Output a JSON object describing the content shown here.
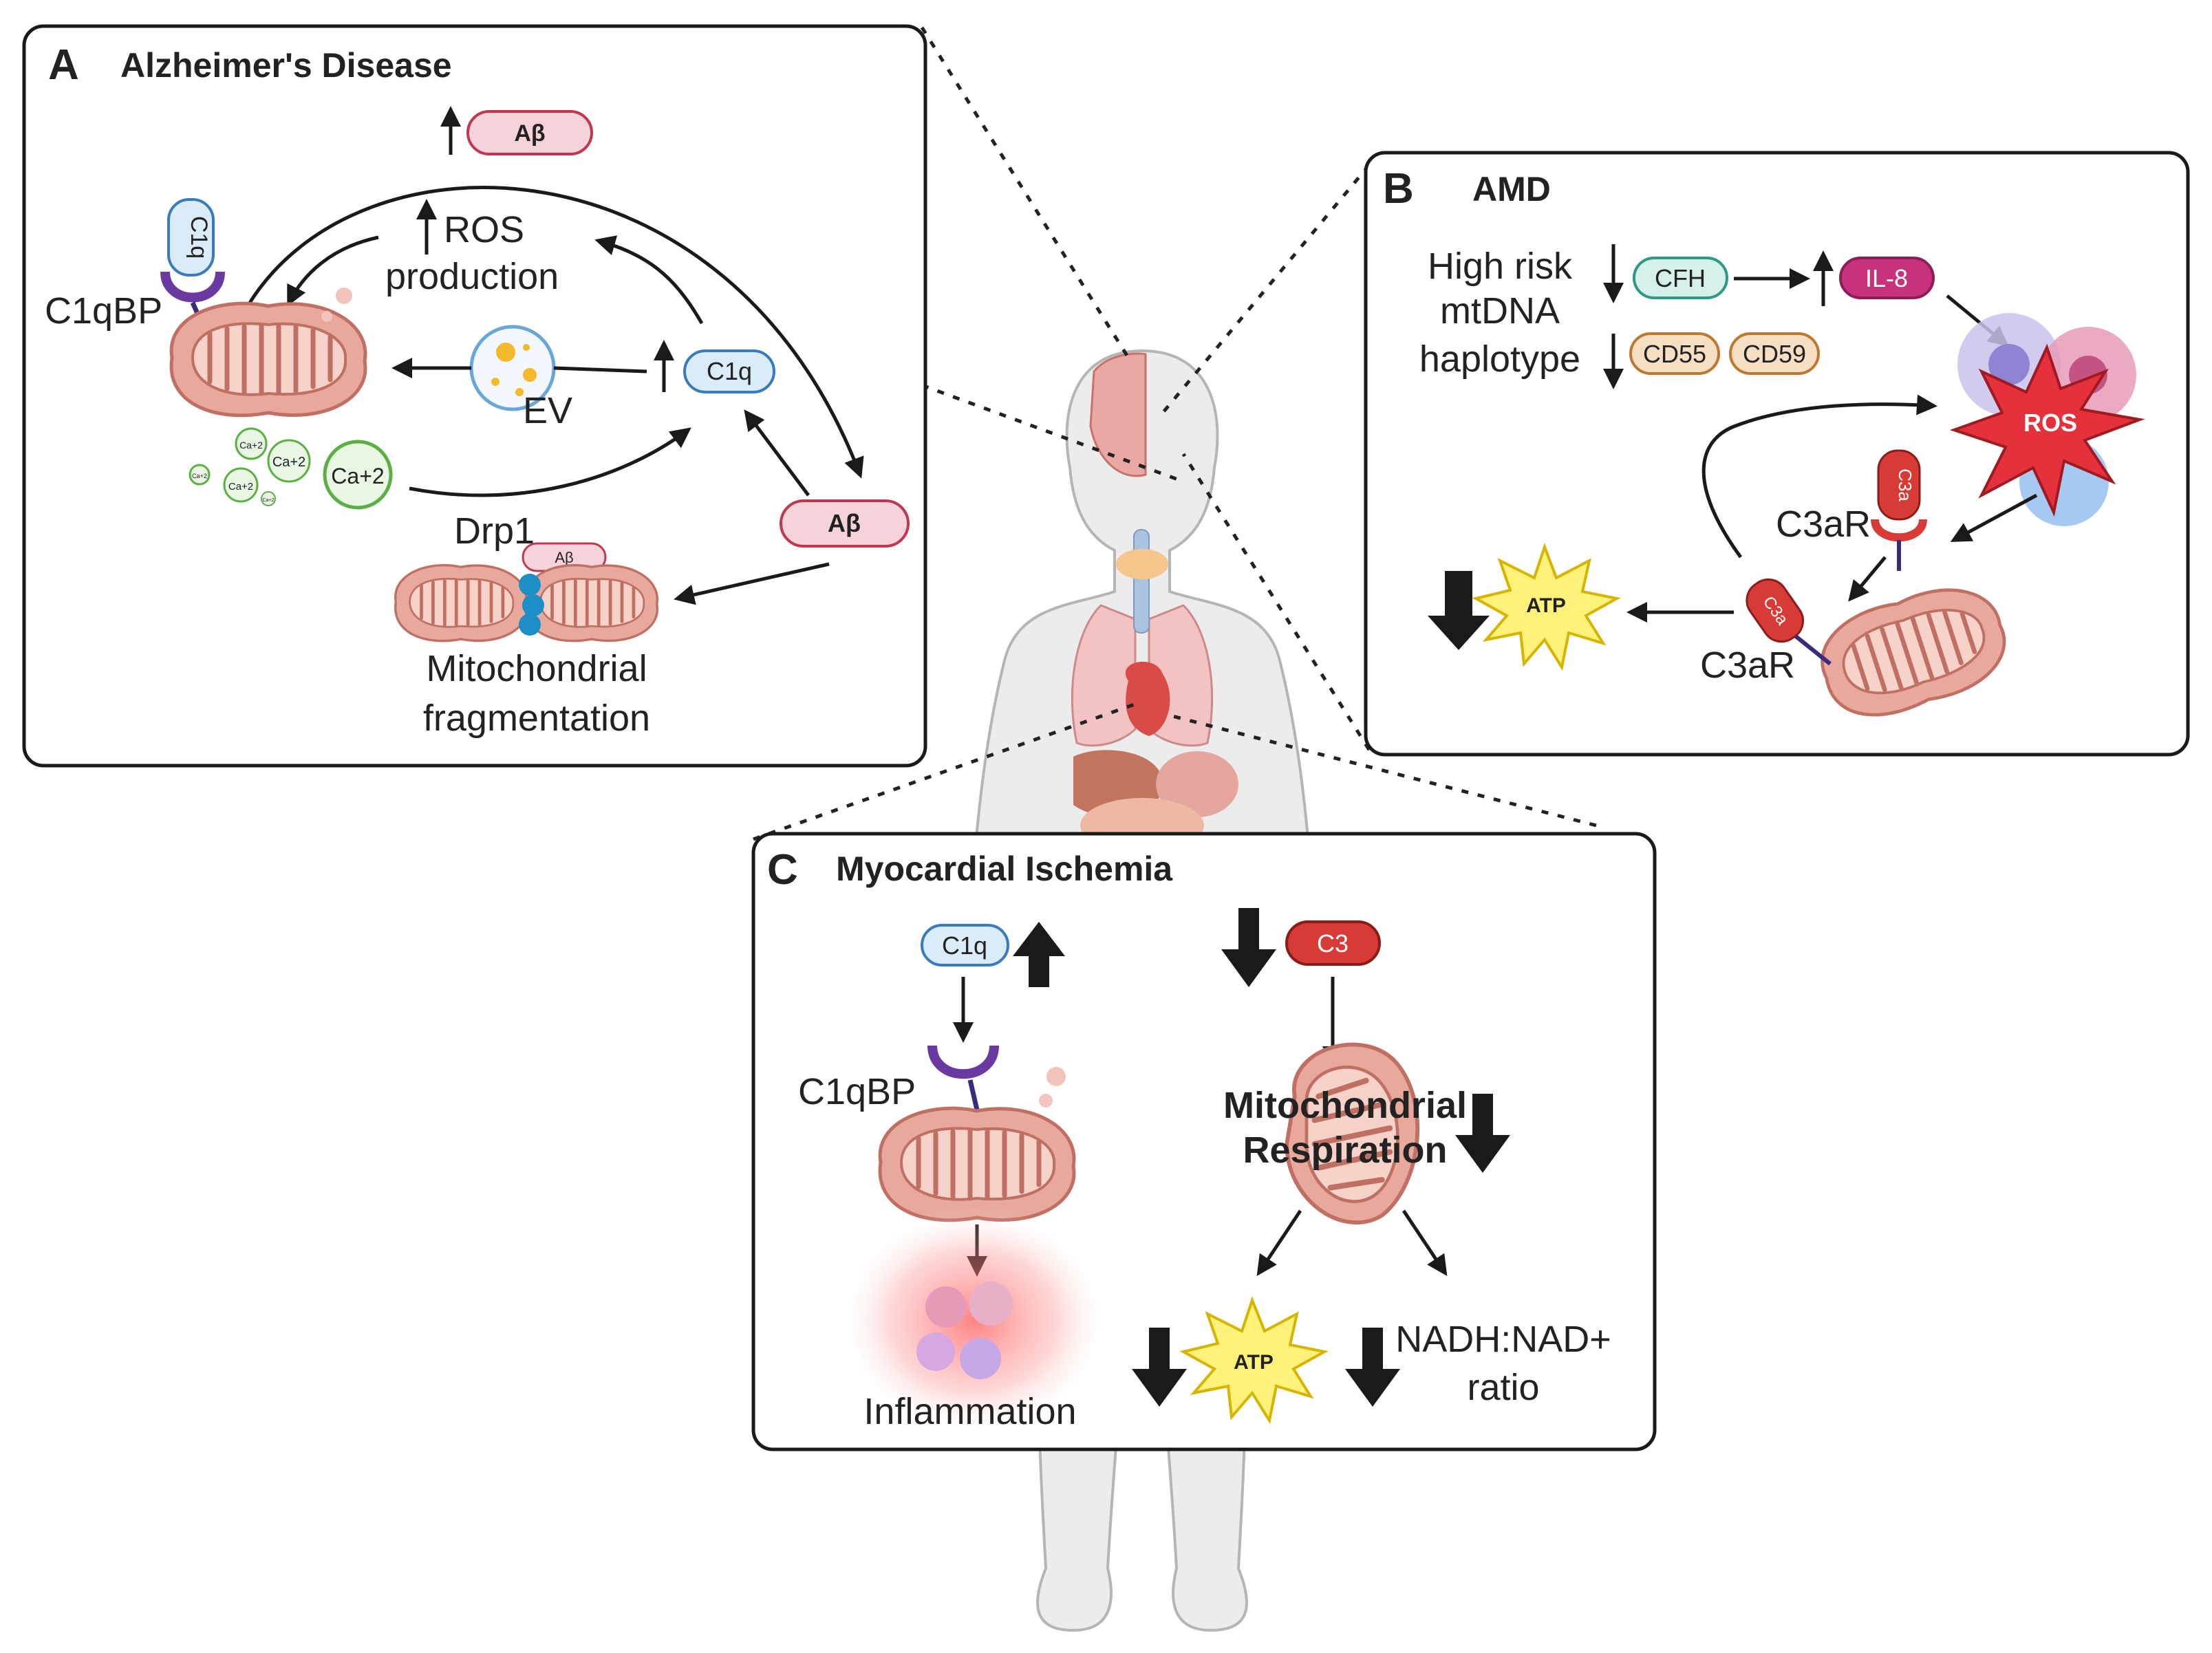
{
  "panel_a": {
    "letter": "A",
    "title": "Alzheimer's Disease",
    "abeta_top": "Aβ",
    "ros_line1": "ROS",
    "ros_line2": "production",
    "c1q_receptor": "C1q",
    "c1qbp": "C1qBP",
    "ev": "EV",
    "c1q_pill": "C1q",
    "ca_labels": [
      "Ca+2",
      "Ca+2",
      "Ca+2",
      "Ca+2",
      "Ca+2",
      "Ca+2"
    ],
    "drp1": "Drp1",
    "abeta_small": "Aβ",
    "abeta_right": "Aβ",
    "frag_line1": "Mitochondrial",
    "frag_line2": "fragmentation"
  },
  "panel_b": {
    "letter": "B",
    "title": "AMD",
    "risk_line1": "High risk",
    "risk_line2": "mtDNA",
    "risk_line3": "haplotype",
    "cfh": "CFH",
    "il8": "IL-8",
    "cd55": "CD55",
    "cd59": "CD59",
    "ros": "ROS",
    "c3ar_top": "C3aR",
    "c3a_top": "C3a",
    "atp": "ATP",
    "c3a_bottom": "C3a",
    "c3ar_bottom": "C3aR"
  },
  "panel_c": {
    "letter": "C",
    "title": "Myocardial Ischemia",
    "c1q": "C1q",
    "c3": "C3",
    "c1qbp": "C1qBP",
    "mito_line1": "Mitochondrial",
    "mito_line2": "Respiration",
    "inflammation": "Inflammation",
    "atp": "ATP",
    "nadh_line1": "NADH:NAD+",
    "nadh_line2": "ratio"
  },
  "colors": {
    "c1q_blue": "#d9ecf7",
    "abeta_pink": "#f6d3da",
    "cfh_teal": "#d5f0ea",
    "il8_magenta": "#c8317c",
    "cd_orange": "#f6dfc2",
    "c3_red": "#d83a35",
    "ros_red": "#e4313b",
    "atp_yellow": "#fff27a",
    "mito_salmon": "#e8a89b",
    "ca_green": "#5ab044",
    "receptor_purple": "#6a3aa0"
  }
}
